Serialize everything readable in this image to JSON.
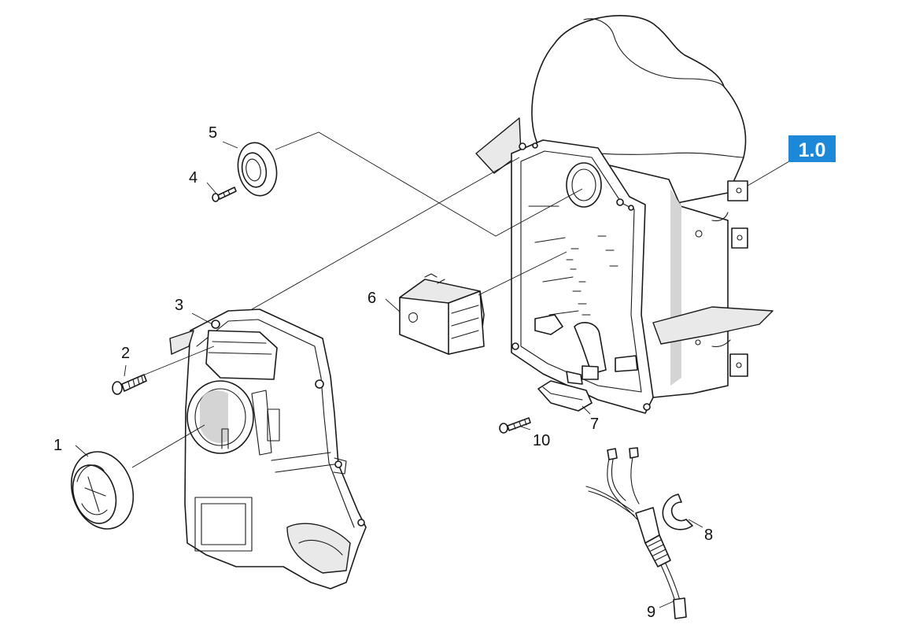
{
  "diagram": {
    "assembly_ref": {
      "label": "1.0",
      "color": "#1e88d8"
    },
    "callouts": [
      {
        "id": "1",
        "label": "1",
        "part": "knob"
      },
      {
        "id": "2",
        "label": "2",
        "part": "screw"
      },
      {
        "id": "3",
        "label": "3",
        "part": "front-cover"
      },
      {
        "id": "4",
        "label": "4",
        "part": "screw"
      },
      {
        "id": "5",
        "label": "5",
        "part": "grommet"
      },
      {
        "id": "6",
        "label": "6",
        "part": "switch-block"
      },
      {
        "id": "7",
        "label": "7",
        "part": "cable-clamp"
      },
      {
        "id": "8",
        "label": "8",
        "part": "retaining-clip"
      },
      {
        "id": "9",
        "label": "9",
        "part": "cable-assembly"
      },
      {
        "id": "10",
        "label": "10",
        "part": "screw"
      }
    ]
  }
}
